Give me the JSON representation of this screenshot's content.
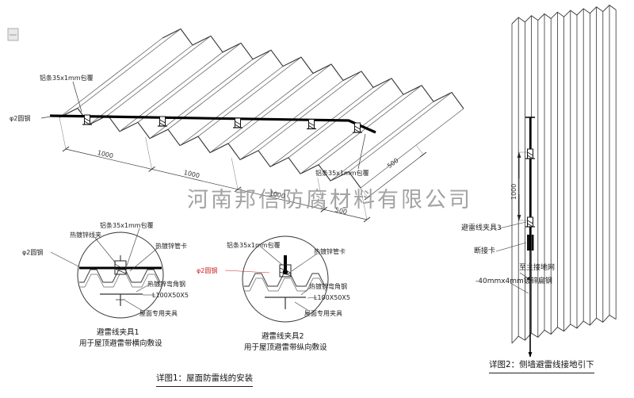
{
  "watermark": "河南邦信防腐材料有限公司",
  "roof": {
    "al_strip": "铝条35x1mm包覆",
    "al_strip_2": "铝条35x1mm包覆",
    "round_steel": "φ2圆钢",
    "dims": [
      "1000",
      "1000",
      "1000",
      "500",
      "500"
    ]
  },
  "detail1": {
    "al_strip": "铝条35x1mm包覆",
    "wire_clamp": "热镀锌线夹",
    "pipe_clamp": "热镀锌管卡",
    "round_steel": "φ2圆钢",
    "angle_steel": "热镀锌弯角钢",
    "angle_size": "L100X50X5",
    "roof_fixture": "屋面专用夹具",
    "title": "避雷线夹具1",
    "subtitle": "用于屋顶避雷带横向敷设"
  },
  "detail2": {
    "al_strip": "铝条35x1mm包覆",
    "pipe_clamp": "热镀锌管卡",
    "round_steel": "φ2圆钢",
    "angle_steel": "热镀锌弯角钢",
    "angle_size": "L100X50X5",
    "roof_fixture": "屋面专用夹具",
    "title": "避雷线夹具2",
    "subtitle": "用于屋顶避雷带纵向敷设"
  },
  "wall": {
    "dim": "1000",
    "clamp3": "避雷线夹具3",
    "disconnect": "断接卡",
    "to_ground": "至主接地网",
    "flat_steel": "-40mmx4mm镀锌扁钢"
  },
  "captions": {
    "fig1": "详图1：屋面防雷线的安装",
    "fig2": "详图2：侧墙避雷线接地引下"
  },
  "colors": {
    "line": "#333333",
    "wire": "#000000",
    "red": "#cc2222",
    "watermark": "#9a9a9a"
  }
}
